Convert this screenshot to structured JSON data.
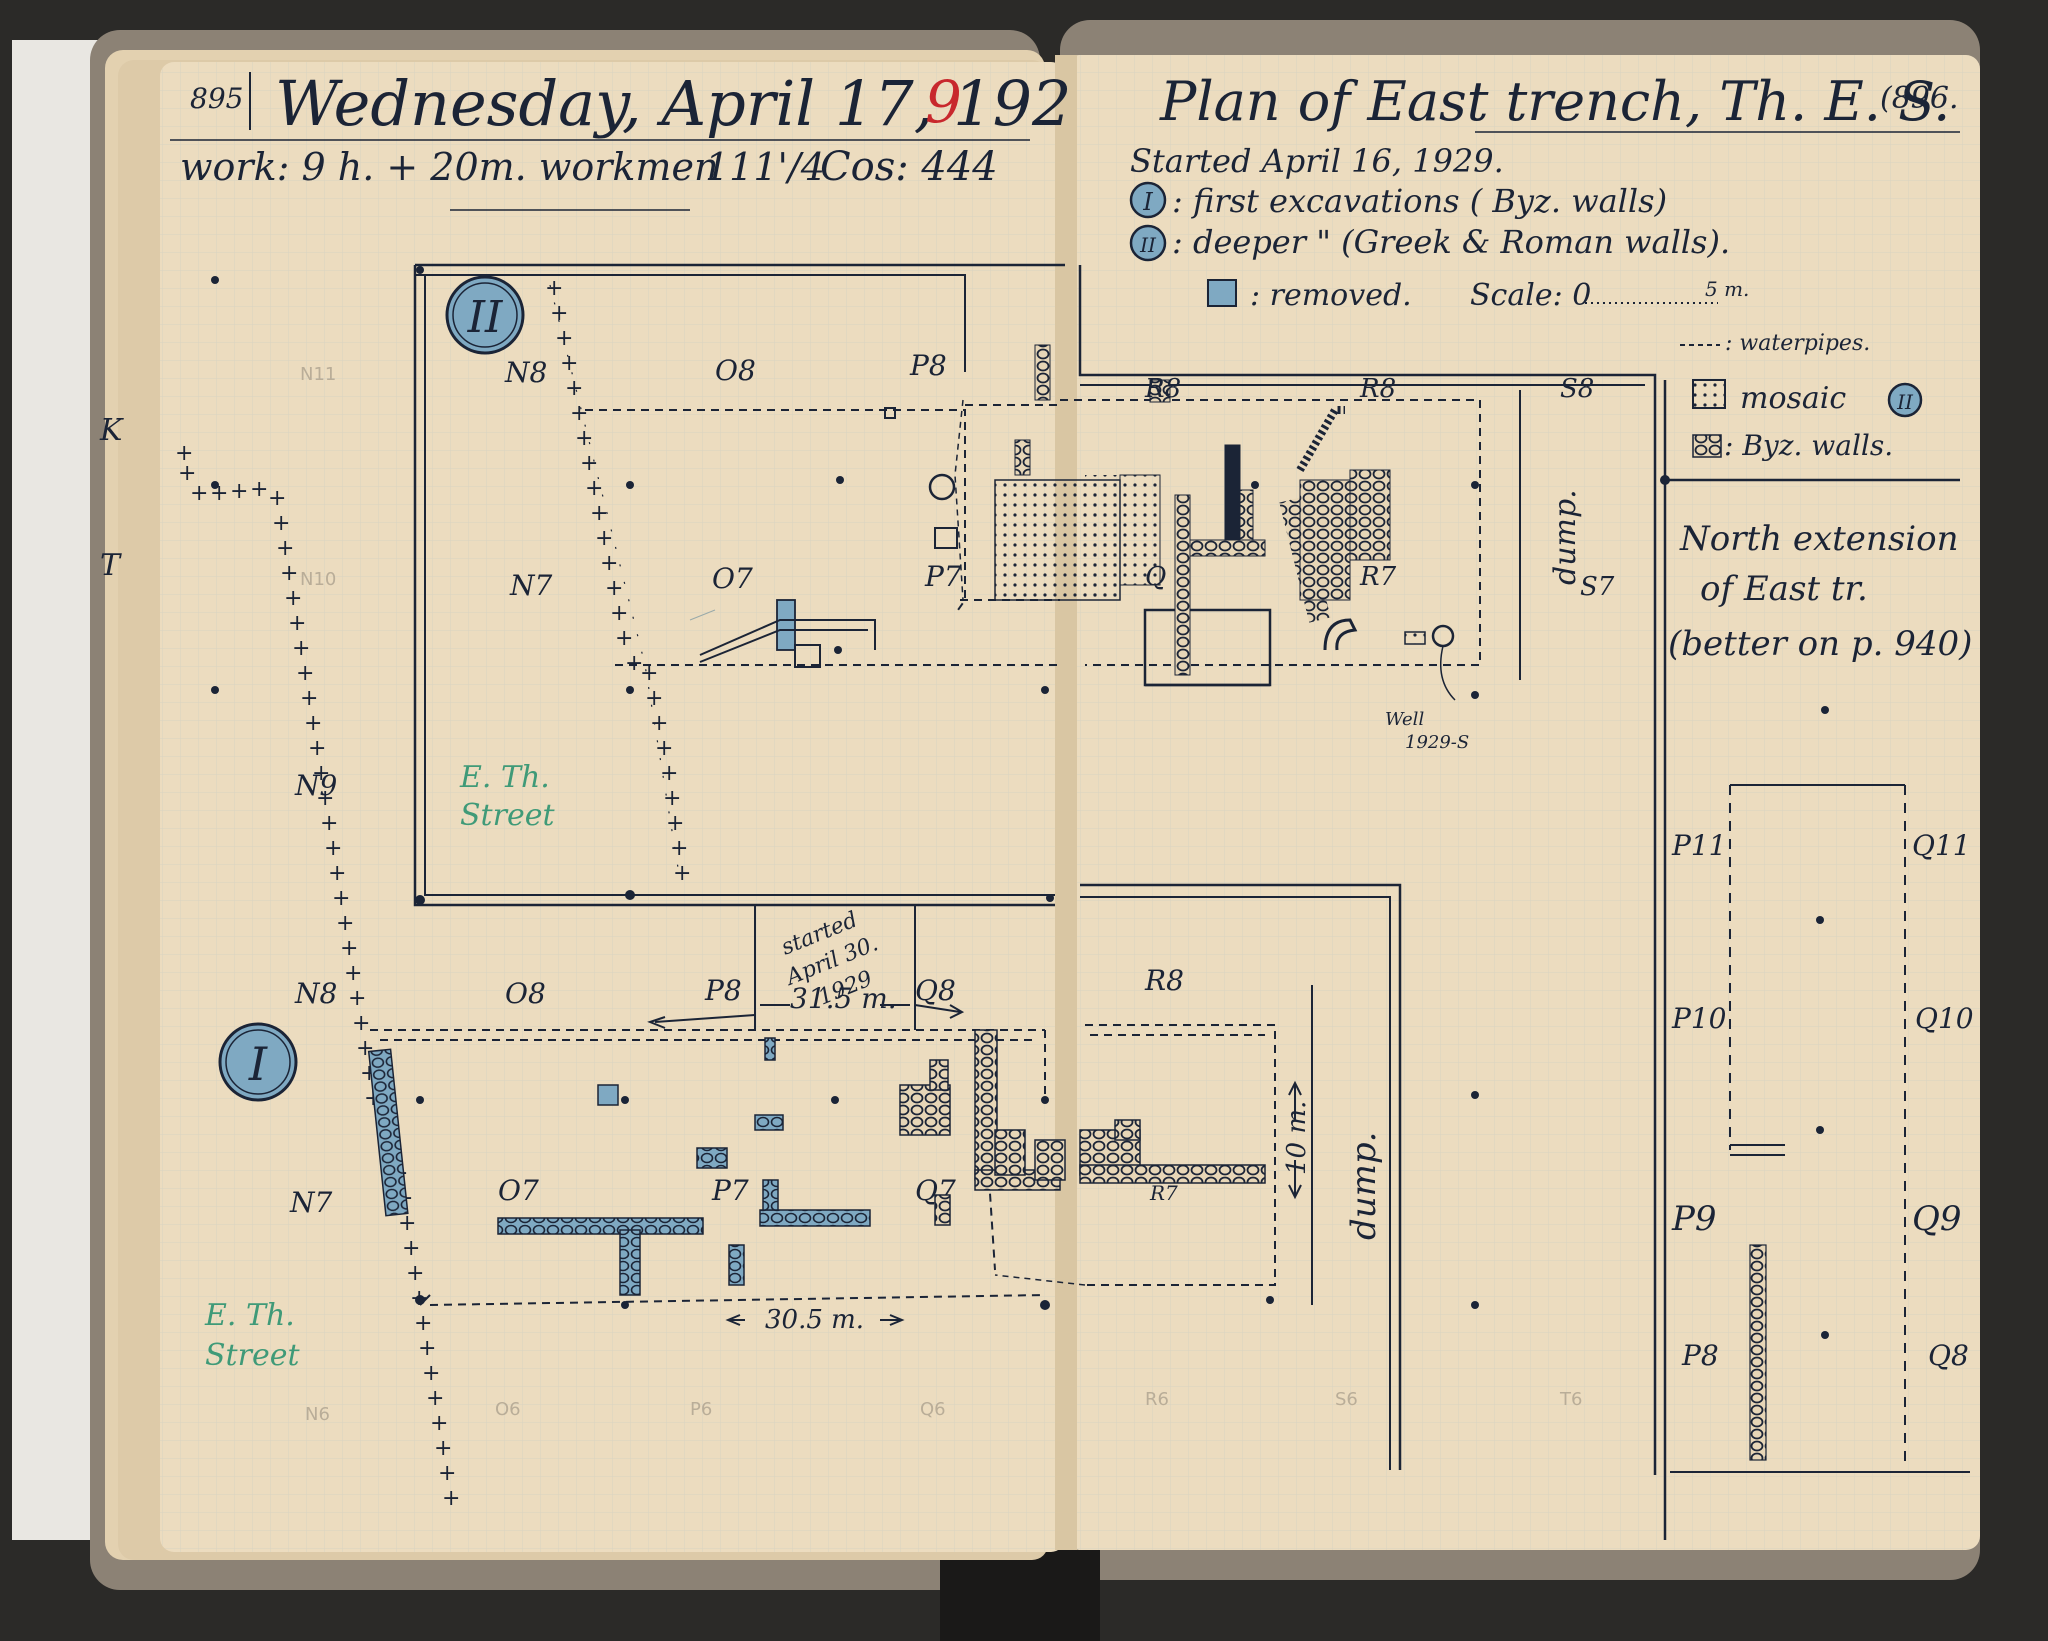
{
  "left_page": {
    "page_number": "895",
    "date_header": "Wednesday, April 17, 192",
    "year_correction": "9",
    "work_line": "work: 9 h. + 20m. workmen",
    "count_value": "111'/4",
    "coins_label": "Cos: 444",
    "grid_labels": {
      "n8_top": "N8",
      "o8_top": "O8",
      "p8_top": "P8",
      "n7_top": "N7",
      "o7_top": "O7",
      "p7_top": "P7",
      "n9": "N9",
      "n8_bottom": "N8",
      "o8_bottom": "O8",
      "p8_bottom": "P8",
      "q8_bottom": "Q8",
      "n7_bottom": "N7",
      "o7_bottom": "O7",
      "p7_bottom": "P7",
      "q7_bottom": "Q7"
    },
    "faint_labels": [
      "N11",
      "N10",
      "N6",
      "O6",
      "P6",
      "Q6"
    ],
    "marker_I": "I",
    "marker_II": "II",
    "street_label_top": [
      "E. Th.",
      "Street"
    ],
    "street_label_bottom": [
      "E. Th.",
      "Street"
    ],
    "started_note": [
      "started",
      "April 30.",
      "1929"
    ],
    "measure_top": "31.5 m.",
    "measure_bottom": "30.5 m.",
    "margin_letters": [
      "K",
      "T"
    ]
  },
  "right_page": {
    "title": "Plan of East trench, Th. E. S.",
    "page_number": "(896.",
    "started_line": "Started April 16, 1929.",
    "legend": [
      {
        "key": "I",
        "text": ": first excavations ( Byz. walls)"
      },
      {
        "key": "II",
        "text": ": deeper  \"        (Greek & Roman walls)."
      }
    ],
    "removed_label": ": removed.",
    "scale_label": "Scale: 0",
    "scale_end": "5 m.",
    "waterpipes_label": ": waterpipes.",
    "mosaic_label": "mosaic",
    "mosaic_marker": "II",
    "byz_label": ": Byz. walls.",
    "grid_labels": {
      "r8_top": "R8",
      "s8": "S8",
      "s7": "S7",
      "q7": "Q",
      "r7": "R7",
      "r8_bottom": "R8",
      "r7_bottom": "R7"
    },
    "faint_labels": [
      "R6",
      "S6",
      "T6"
    ],
    "dump_top": "dump.",
    "dump_bottom": "dump.",
    "well_label": [
      "Well",
      "1929-S"
    ],
    "ten_m": "10 m.",
    "north_ext": [
      "North extension",
      "of East tr.",
      "(better on p. 940)"
    ],
    "ext_labels": {
      "p11": "P11",
      "q11": "Q11",
      "p10": "P10",
      "q10": "Q10",
      "p9": "P9",
      "q9": "Q9",
      "p8": "P8",
      "q8": "Q8"
    }
  },
  "colors": {
    "paper": "#ecdcbf",
    "ink": "#1b2436",
    "blue_wash": "#7fa9c2",
    "green_ink": "#3f9a78",
    "red_ink": "#c8282d"
  }
}
